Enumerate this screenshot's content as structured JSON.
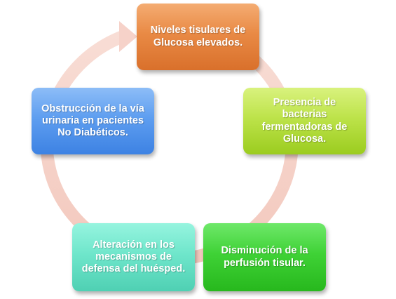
{
  "diagram": {
    "type": "cycle",
    "ring_color": "#f6d2c9",
    "nodes": [
      {
        "id": "top",
        "label": "Niveles tisulares de Glucosa elevados.",
        "color": "#e98a45"
      },
      {
        "id": "right",
        "label": "Presencia de bacterias fermentadoras de Glucosa.",
        "color": "#bde34a"
      },
      {
        "id": "bottom_right",
        "label": "Disminución de la perfusión tisular.",
        "color": "#3fd236"
      },
      {
        "id": "bottom_left",
        "label": "Alteración en los mecanismos de defensa del huésped.",
        "color": "#6fe6cb"
      },
      {
        "id": "left",
        "label": "Obstrucción de la vía urinaria en pacientes No Diabéticos.",
        "color": "#5e9ef0"
      }
    ]
  }
}
